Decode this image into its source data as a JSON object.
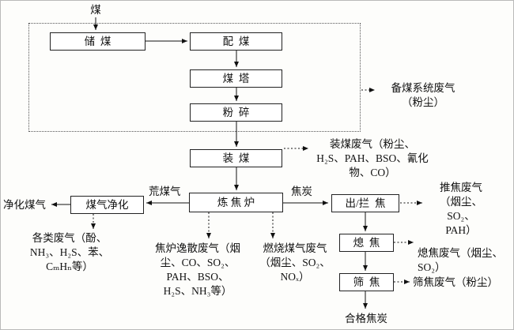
{
  "nodes": {
    "coal_input": "煤",
    "coal_storage": "储  煤",
    "coal_blending": "配  煤",
    "coal_tower": "煤  塔",
    "crushing": "粉  碎",
    "coal_charging": "装  煤",
    "coking_oven": "炼 焦 炉",
    "gas_purification": "煤气净化",
    "coke_push_catch": "出/拦  焦",
    "coke_quenching": "熄  焦",
    "coke_screening": "筛  焦"
  },
  "edge_labels": {
    "raw_coke_gas": "荒煤气",
    "coke": "焦炭"
  },
  "outputs": {
    "purified_gas": "净化煤气",
    "qualified_coke": "合格焦炭"
  },
  "emissions": {
    "coal_prep_system": "备煤系统废气\n（粉尘）",
    "coal_charging": "装煤废气（粉尘、\nH₂S、PAH、BSO、氰化\n物、CO）",
    "gas_purification": "各类废气（酚、\nNH₃、H₂S、苯、\nCₘHₙ等）",
    "oven_fugitive": "焦炉逸散废气（烟\n尘、CO、SO₂、\nPAH、BSO、\nH₂S、NH₃等）",
    "gas_combustion": "燃烧煤气废气\n（烟尘、SO₂、\nNOₓ）",
    "coke_pushing": "推焦废气\n（烟尘、\nSO₂、\nPAH）",
    "coke_quenching": "熄焦废气（烟尘、\nSO₂）",
    "coke_screening": "筛焦废气（粉尘）"
  },
  "colors": {
    "line": "#111111",
    "box_border": "#222222",
    "background": "#fdfdfb"
  }
}
